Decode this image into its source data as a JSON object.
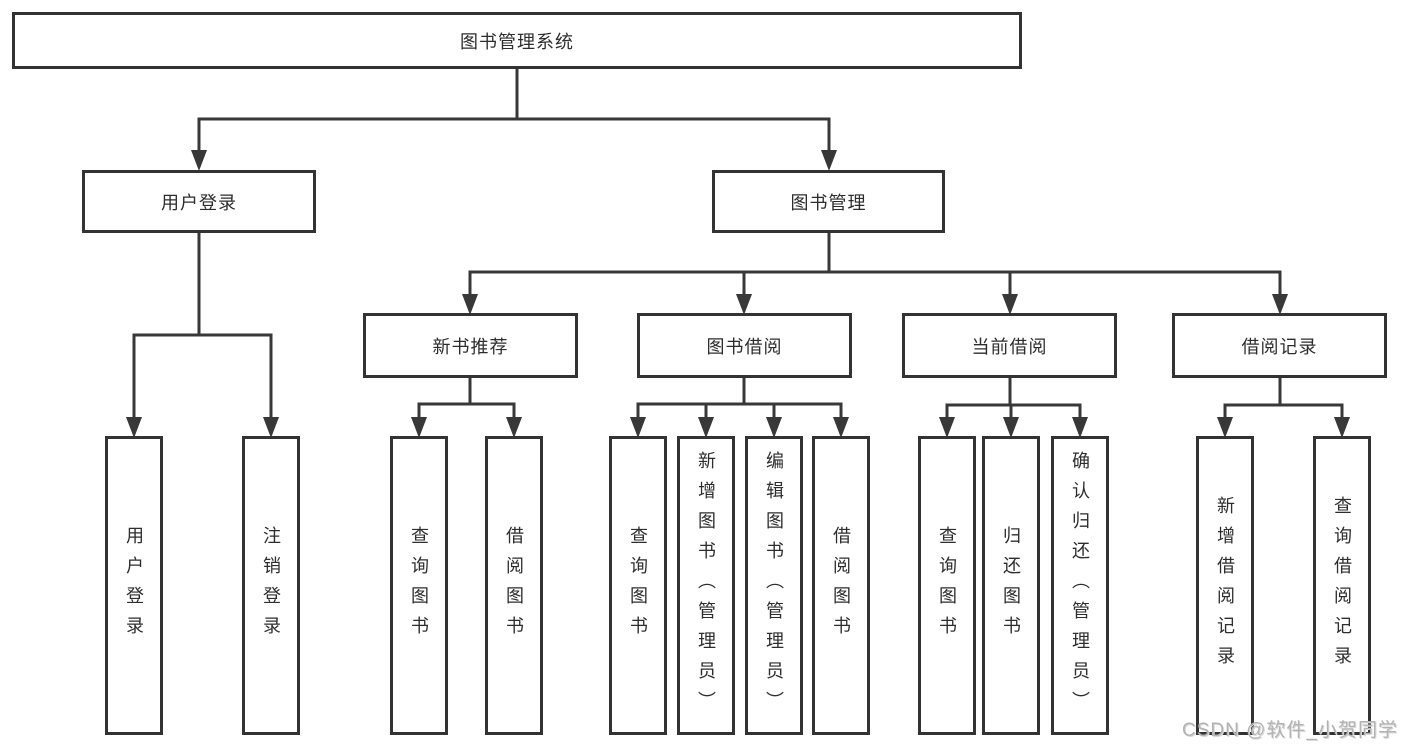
{
  "diagram_title": "图书管理系统",
  "watermark": "CSDN @软件_小贺同学",
  "colors": {
    "line": "#383838",
    "box_border": "#333333",
    "text": "#2d2d2d",
    "watermark_text": "#b3b3b3",
    "background": "#ffffff"
  },
  "nodes": {
    "root": "图书管理系统",
    "userLogin": "用户登录",
    "bookMgmt": "图书管理",
    "login": "用户登录",
    "logout": "注销登录",
    "newBookRec": "新书推荐",
    "bookBorrow": "图书借阅",
    "currentBorrow": "当前借阅",
    "borrowRecords": "借阅记录",
    "nbrQuery": "查询图书",
    "nbrBorrow": "借阅图书",
    "bbQuery": "查询图书",
    "bbAdd": "新增图书（管理员）",
    "bbEdit": "编辑图书（管理员）",
    "bbBorrow": "借阅图书",
    "cbQuery": "查询图书",
    "cbReturn": "归还图书",
    "cbConfirm": "确认归还（管理员）",
    "brAdd": "新增借阅记录",
    "brQuery": "查询借阅记录"
  },
  "tree": {
    "root": "图书管理系统",
    "children": [
      {
        "label": "用户登录",
        "children": [
          "用户登录",
          "注销登录"
        ]
      },
      {
        "label": "图书管理",
        "children": [
          {
            "label": "新书推荐",
            "children": [
              "查询图书",
              "借阅图书"
            ]
          },
          {
            "label": "图书借阅",
            "children": [
              "查询图书",
              "新增图书（管理员）",
              "编辑图书（管理员）",
              "借阅图书"
            ]
          },
          {
            "label": "当前借阅",
            "children": [
              "查询图书",
              "归还图书",
              "确认归还（管理员）"
            ]
          },
          {
            "label": "借阅记录",
            "children": [
              "新增借阅记录",
              "查询借阅记录"
            ]
          }
        ]
      }
    ]
  }
}
